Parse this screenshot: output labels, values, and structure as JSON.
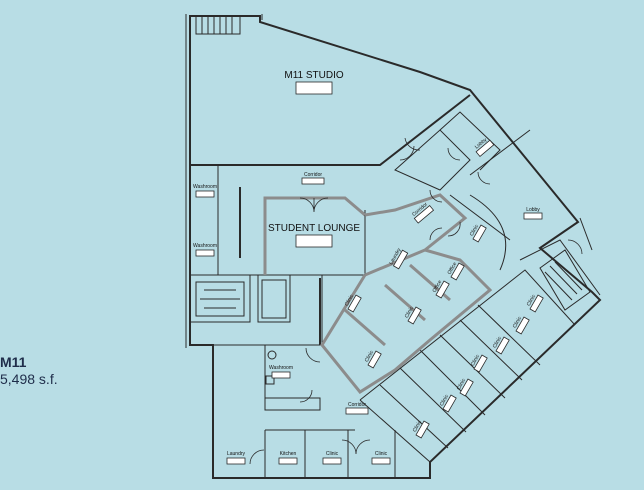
{
  "floor": {
    "name": "M11",
    "area": "5,498 s.f."
  },
  "rooms": {
    "studio": "M11 STUDIO",
    "lounge": "STUDENT LOUNGE",
    "corridor_top": "Corridor",
    "corridor_mid": "Corridor",
    "corridor_bottom": "Corridor",
    "lobby_small": "Lobby",
    "lobby_right": "Lobby",
    "washroom_1": "Washroom",
    "washroom_2": "Washroom",
    "washroom_3": "Washroom",
    "laundry_room": "Laundry",
    "laundry": "Laundry",
    "kitchen": "Kitchen",
    "clinic_1": "Clinic",
    "clinic_2": "Clinic",
    "clinic_3": "Clinic",
    "clinic_4": "Clinic",
    "clinic_5": "Clinic",
    "clinic_6": "Clinic",
    "clinic_7": "Clinic",
    "clinic_8": "Clinic",
    "clinic_9": "Clinic",
    "clinic_10": "Clinic",
    "clinic_11": "Clinic",
    "office_1": "Office",
    "office_2": "Office",
    "clinic_bottom_1": "Clinic",
    "clinic_bottom_2": "Clinic"
  }
}
